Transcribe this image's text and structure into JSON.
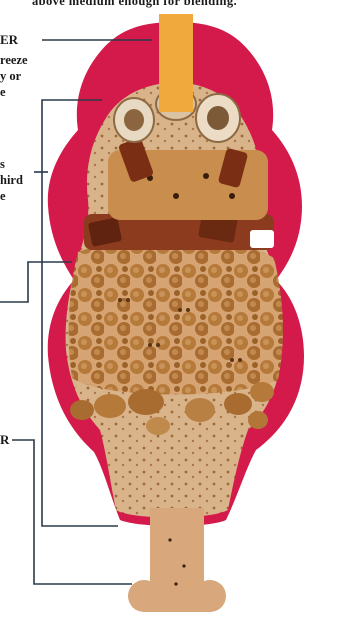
{
  "header_text": "above medium enough for blending.",
  "labels": {
    "filler": "ER",
    "freeze_1": "reeze",
    "freeze_2": "y or",
    "freeze_3": "e",
    "treats_1": "s",
    "treats_2": "hird",
    "treats_3": "e",
    "bottom": "R"
  },
  "colors": {
    "toy_red": "#d41a4a",
    "toy_red_dark": "#b8123c",
    "stick": "#f0a93c",
    "paste": "#d9a97a",
    "bone": "#d8a77c",
    "kibble": "#b77a38",
    "leader_line": "#2a3a4a"
  },
  "icons": [
    "toy-outline-icon",
    "treat-stick-icon",
    "biscuit-icon",
    "kibble-icon",
    "bone-handle-icon"
  ]
}
